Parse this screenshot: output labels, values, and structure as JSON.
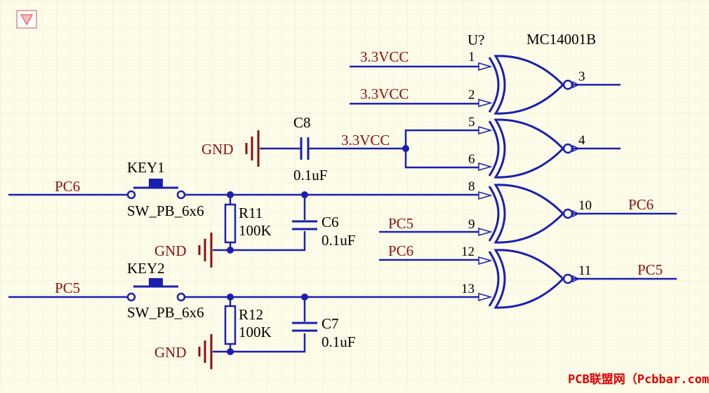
{
  "colors": {
    "background": "#fdfce8",
    "grid": "#ecebd6",
    "wire": "#1a1fb0",
    "text": "#000000",
    "net_label": "#8b0f0f",
    "watermark": "#e00000"
  },
  "marker": {
    "icon": "down-triangle-icon"
  },
  "chip": {
    "designator": "U?",
    "part": "MC14001B"
  },
  "gates": [
    {
      "in_a": "1",
      "in_b": "2",
      "out": "3"
    },
    {
      "in_a": "5",
      "in_b": "6",
      "out": "4"
    },
    {
      "in_a": "8",
      "in_b": "9",
      "out": "10"
    },
    {
      "in_a": "12",
      "in_b": "13",
      "out": "11"
    }
  ],
  "nets": {
    "vcc1": "3.3VCC",
    "vcc2": "3.3VCC",
    "vcc3": "3.3VCC",
    "pc6_in": "PC6",
    "pc5_in": "PC5",
    "pc5_gate": "PC5",
    "pc6_gate": "PC6",
    "pc6_out": "PC6",
    "pc5_out": "PC5",
    "gnd1": "GND",
    "gnd2": "GND",
    "gnd3": "GND"
  },
  "components": {
    "c8": {
      "ref": "C8",
      "value": "0.1uF"
    },
    "key1": {
      "ref": "KEY1",
      "value": "SW_PB_6x6"
    },
    "key2": {
      "ref": "KEY2",
      "value": "SW_PB_6x6"
    },
    "r11": {
      "ref": "R11",
      "value": "100K"
    },
    "r12": {
      "ref": "R12",
      "value": "100K"
    },
    "c6": {
      "ref": "C6",
      "value": "0.1uF"
    },
    "c7": {
      "ref": "C7",
      "value": "0.1uF"
    }
  },
  "watermark": "PCB联盟网（Pcbbar.com）"
}
